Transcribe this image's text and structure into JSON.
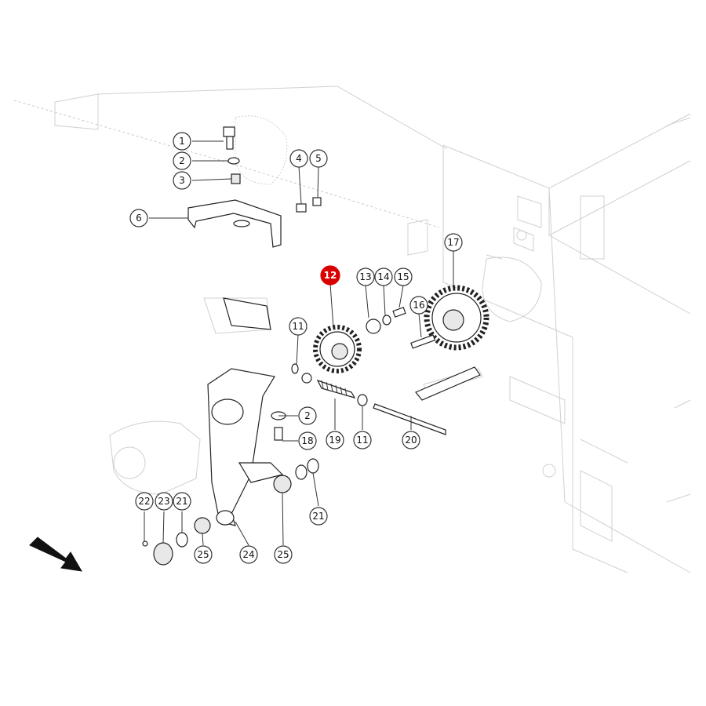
{
  "callouts": [
    {
      "id": "c1",
      "label": "1",
      "highlight": false
    },
    {
      "id": "c2",
      "label": "2",
      "highlight": false
    },
    {
      "id": "c3",
      "label": "3",
      "highlight": false
    },
    {
      "id": "c4",
      "label": "4",
      "highlight": false
    },
    {
      "id": "c5",
      "label": "5",
      "highlight": false
    },
    {
      "id": "c6",
      "label": "6",
      "highlight": false
    },
    {
      "id": "c11a",
      "label": "11",
      "highlight": false
    },
    {
      "id": "c12",
      "label": "12",
      "highlight": true
    },
    {
      "id": "c13",
      "label": "13",
      "highlight": false
    },
    {
      "id": "c14",
      "label": "14",
      "highlight": false
    },
    {
      "id": "c15",
      "label": "15",
      "highlight": false
    },
    {
      "id": "c16",
      "label": "16",
      "highlight": false
    },
    {
      "id": "c17",
      "label": "17",
      "highlight": false
    },
    {
      "id": "c2b",
      "label": "2",
      "highlight": false
    },
    {
      "id": "c18",
      "label": "18",
      "highlight": false
    },
    {
      "id": "c19",
      "label": "19",
      "highlight": false
    },
    {
      "id": "c11b",
      "label": "11",
      "highlight": false
    },
    {
      "id": "c20",
      "label": "20",
      "highlight": false
    },
    {
      "id": "c21a",
      "label": "21",
      "highlight": false
    },
    {
      "id": "c22",
      "label": "22",
      "highlight": false
    },
    {
      "id": "c23",
      "label": "23",
      "highlight": false
    },
    {
      "id": "c21b",
      "label": "21",
      "highlight": false
    },
    {
      "id": "c25a",
      "label": "25",
      "highlight": false
    },
    {
      "id": "c24",
      "label": "24",
      "highlight": false
    },
    {
      "id": "c25b",
      "label": "25",
      "highlight": false
    }
  ],
  "colors": {
    "highlight": "#d90000",
    "line": "#222222",
    "ghost": "#d0d0d0"
  },
  "icons": {
    "direction_arrow": "direction-arrow-icon"
  }
}
